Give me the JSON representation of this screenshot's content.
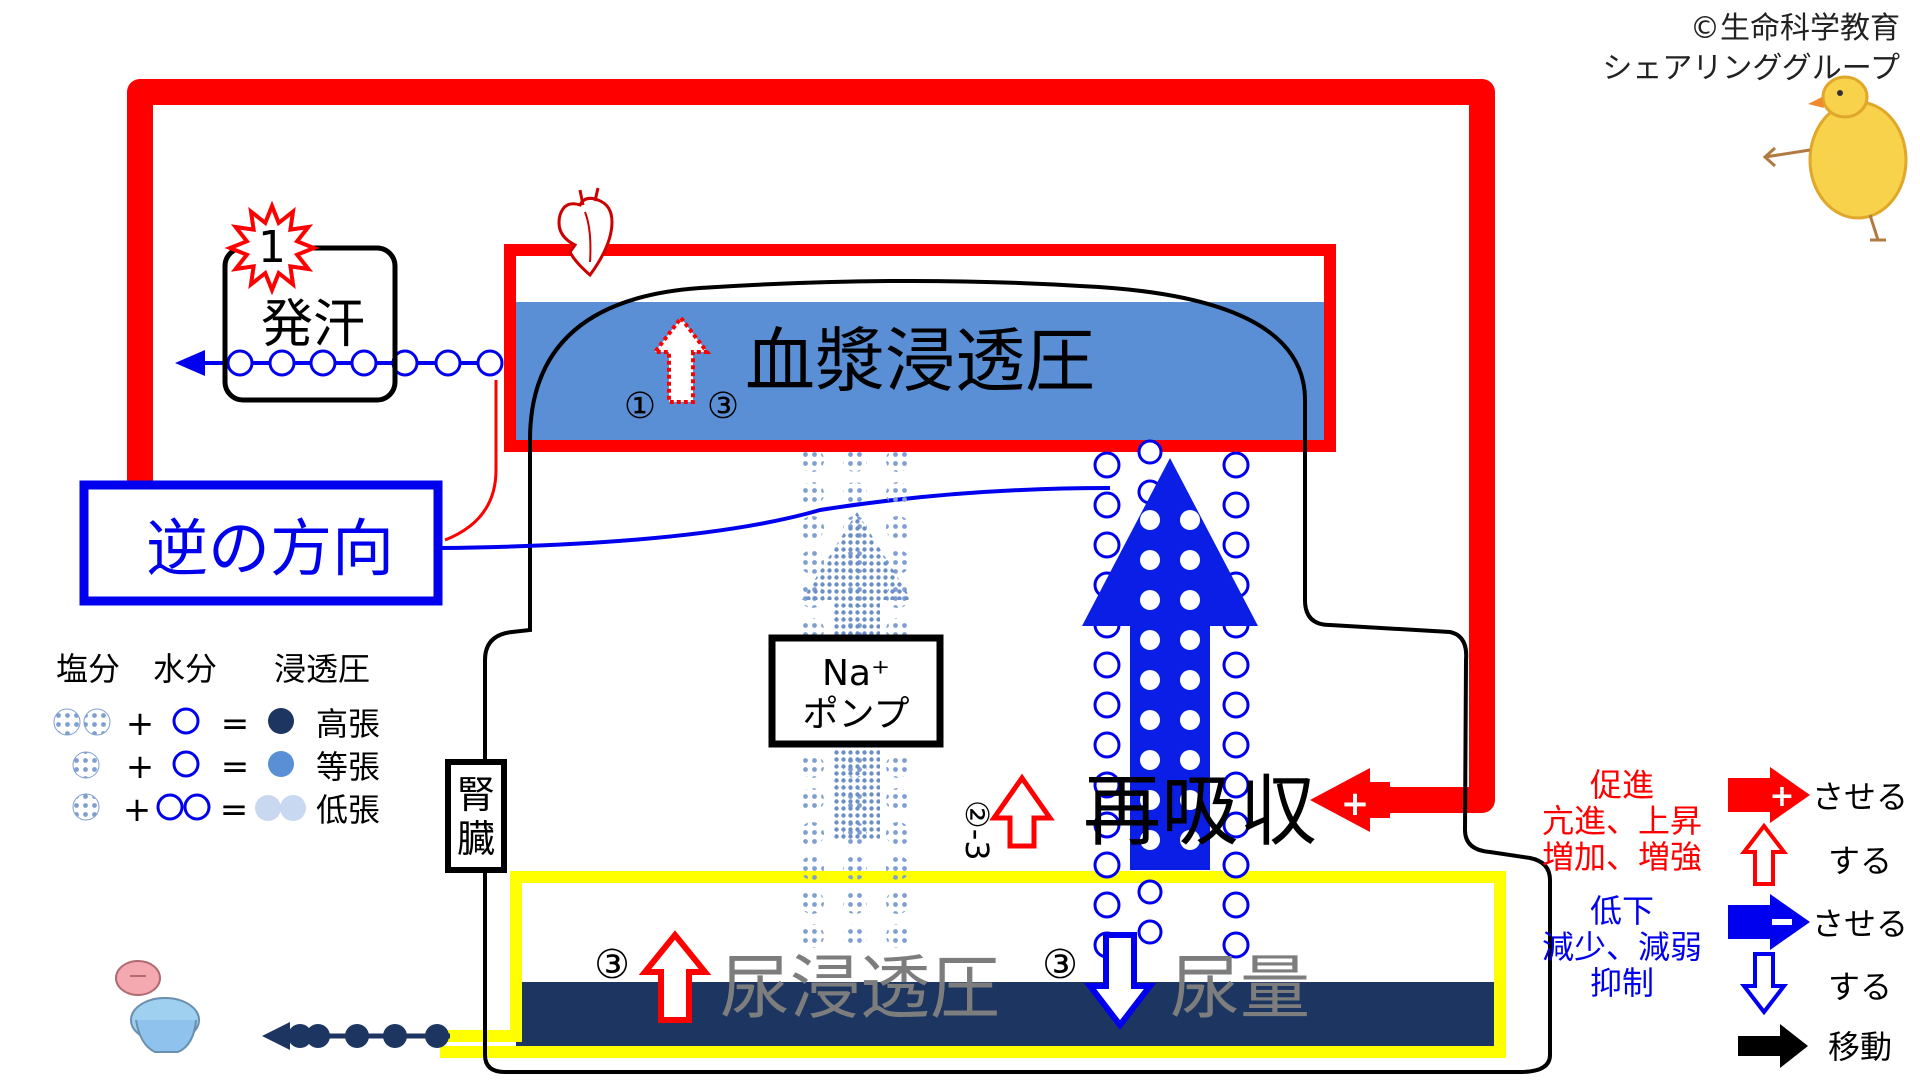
{
  "copyright": [
    "©生命科学教育",
    "シェアリンググループ"
  ],
  "sweat": {
    "label": "発汗",
    "badge": "1"
  },
  "plasma": {
    "label": "血漿浸透圧",
    "step_left": "①",
    "step_right": "③"
  },
  "opposite": {
    "label": "逆の方向"
  },
  "pump": {
    "line1": "Na⁺",
    "line2": "ポンプ"
  },
  "kidney": {
    "label": "腎臓"
  },
  "reabsorption": {
    "label": "再吸収",
    "step": "②-3"
  },
  "urine_osm": {
    "label": "尿浸透圧",
    "step": "③"
  },
  "urine_vol": {
    "label": "尿量",
    "step": "③"
  },
  "osmo_legend": {
    "headers": {
      "salt": "塩分",
      "water": "水分",
      "osm": "浸透圧"
    },
    "rows": [
      {
        "plus": "+",
        "eq": "=",
        "result": "高張"
      },
      {
        "plus": "+",
        "eq": "=",
        "result": "等張"
      },
      {
        "plus": "+",
        "eq": "=",
        "result": "低張"
      }
    ]
  },
  "effect_legend": {
    "promote": {
      "title": "促進",
      "detail1": "亢進、上昇",
      "detail2": "増加、増強",
      "cause": "させる",
      "do": "する"
    },
    "decrease": {
      "title": "低下",
      "detail1": "減少、減弱",
      "detail2": "抑制",
      "cause": "させる",
      "do": "する"
    },
    "move": "移動"
  },
  "colors": {
    "red": "#ff0000",
    "blue": "#0000ee",
    "plasma": "#5a8fd6",
    "navy": "#1c3661",
    "yellow": "#ffff00"
  }
}
